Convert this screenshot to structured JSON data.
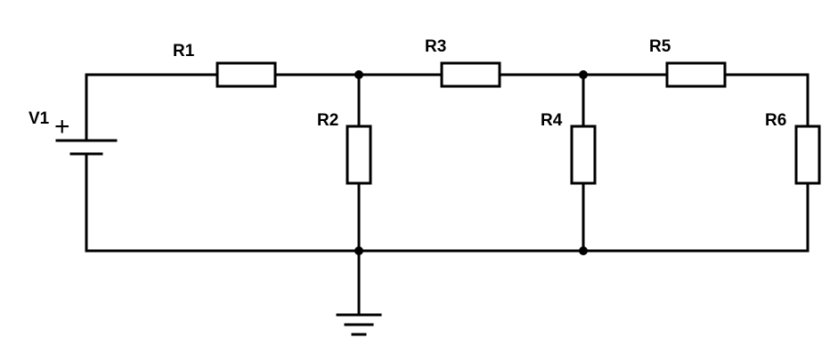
{
  "diagram": {
    "components": {
      "r1": {
        "label": "R1"
      },
      "r2": {
        "label": "R2"
      },
      "r3": {
        "label": "R3"
      },
      "r4": {
        "label": "R4"
      },
      "r5": {
        "label": "R5"
      },
      "r6": {
        "label": "R6"
      },
      "v1": {
        "label": "V1",
        "polarity": "+"
      }
    }
  }
}
